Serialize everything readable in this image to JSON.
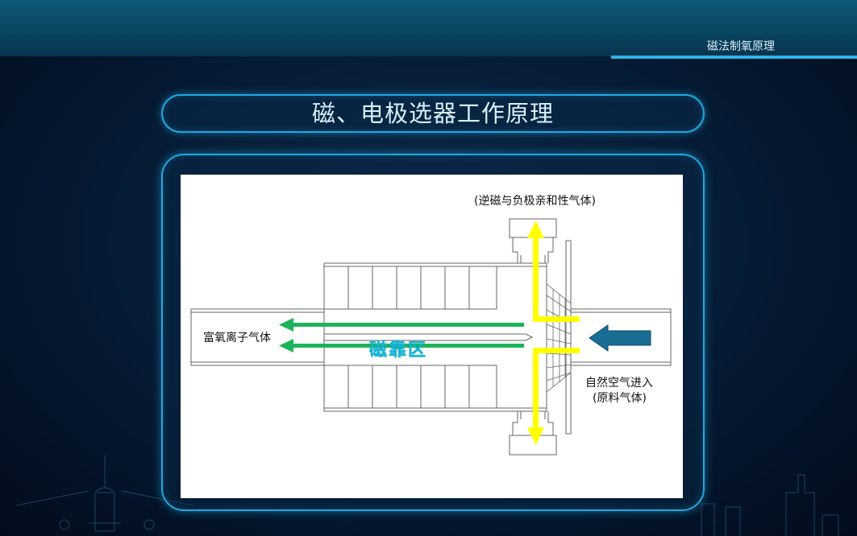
{
  "header": {
    "section_title": "磁法制氧原理"
  },
  "slide": {
    "title": "磁、电极选器工作原理"
  },
  "diagram": {
    "label_top_outlet": "(逆磁与负极亲和性气体)",
    "label_left_outlet": "富氧离子气体",
    "label_zone": "磁靠区",
    "label_inlet_line1": "自然空气进入",
    "label_inlet_line2": "(原料气体)",
    "colors": {
      "green_arrow": "#1db35a",
      "yellow_arrow": "#ffff00",
      "inlet_arrow": "#1a6e94",
      "zone_text": "#13b5d6",
      "accent": "#1fa9e0"
    }
  }
}
